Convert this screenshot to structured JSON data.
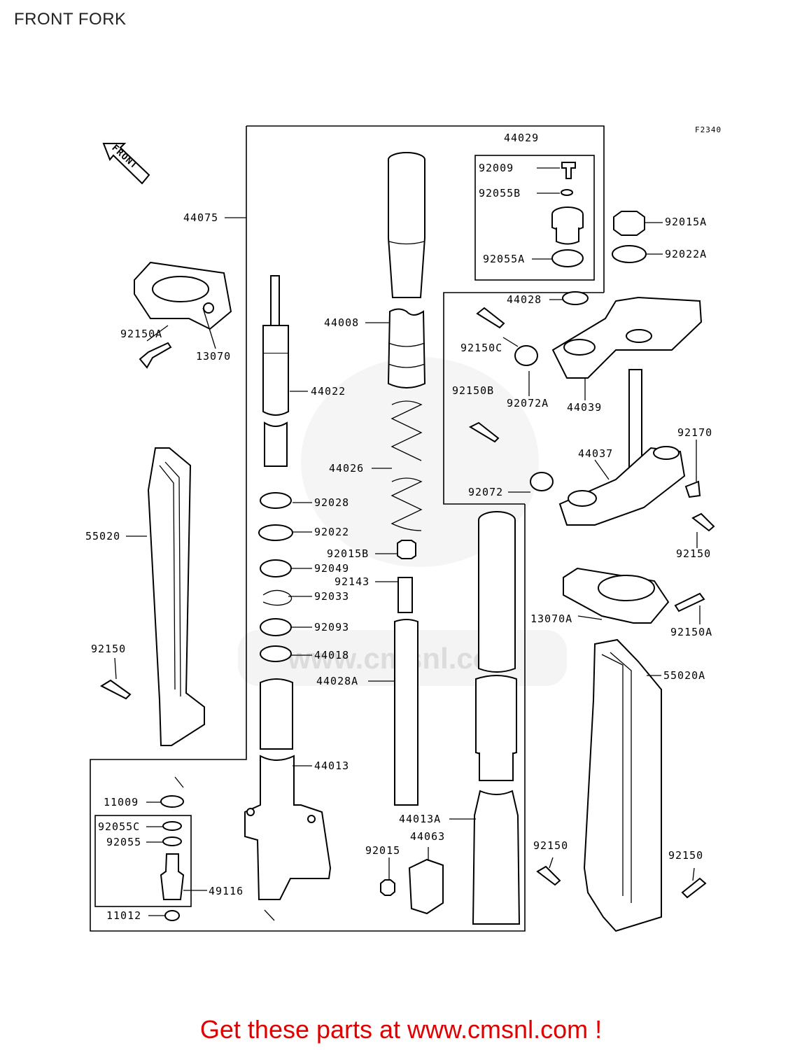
{
  "page": {
    "title": "FRONT FORK",
    "figure_code": "F2340",
    "front_arrow_label": "FRONT"
  },
  "watermark": {
    "text": "www.cmsnl.com"
  },
  "footer": {
    "call_to_action": "Get these parts at www.cmsnl.com !"
  },
  "part_labels": {
    "p44029": "44029",
    "p92009": "92009",
    "p92055B": "92055B",
    "p92055A": "92055A",
    "p44028": "44028",
    "p92015A": "92015A",
    "p92022A": "92022A",
    "p44075": "44075",
    "p92150A": "92150A",
    "p13070": "13070",
    "p44008": "44008",
    "p44022": "44022",
    "p44026": "44026",
    "p92028": "92028",
    "p92022": "92022",
    "p92049": "92049",
    "p92033": "92033",
    "p92093": "92093",
    "p44018": "44018",
    "p92015B": "92015B",
    "p92143": "92143",
    "p44028A": "44028A",
    "p44013": "44013",
    "p55020": "55020",
    "p92150_left": "92150",
    "p92150C": "92150C",
    "p92072A": "92072A",
    "p44039": "44039",
    "p92150B": "92150B",
    "p92170": "92170",
    "p44037": "44037",
    "p92072": "92072",
    "p92150_right": "92150",
    "p13070A": "13070A",
    "p92150A_right": "92150A",
    "p55020A": "55020A",
    "p11009": "11009",
    "p92055C": "92055C",
    "p92055": "92055",
    "p49116": "49116",
    "p11012": "11012",
    "p44013A": "44013A",
    "p44063": "44063",
    "p92015": "92015",
    "p92150_bottom_mid": "92150",
    "p92150_bottom_right": "92150"
  }
}
